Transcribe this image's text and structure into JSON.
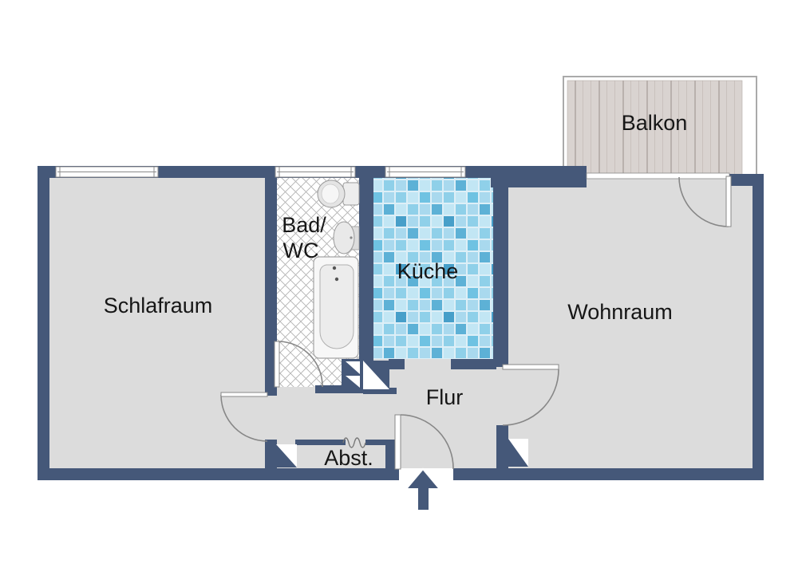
{
  "floorplan": {
    "rooms": {
      "schlafraum": {
        "label": "Schlafraum"
      },
      "bad_wc": {
        "label_line1": "Bad/",
        "label_line2": "WC"
      },
      "kueche": {
        "label": "Küche"
      },
      "wohnraum": {
        "label": "Wohnraum"
      },
      "flur": {
        "label": "Flur"
      },
      "abstellraum": {
        "label": "Abst."
      },
      "balkon": {
        "label": "Balkon"
      }
    },
    "icons": {
      "entrance_arrow": "up-arrow"
    },
    "colors": {
      "wall": "#455879",
      "floor": "#dcdcdc",
      "bad_floor": "#ffffff",
      "kitchen_tile": "#8fd0e9",
      "balcony_wood": "#d9d3d0",
      "door_line": "#878787",
      "window_line": "#8a8a8a",
      "label_text": "#161616"
    }
  }
}
